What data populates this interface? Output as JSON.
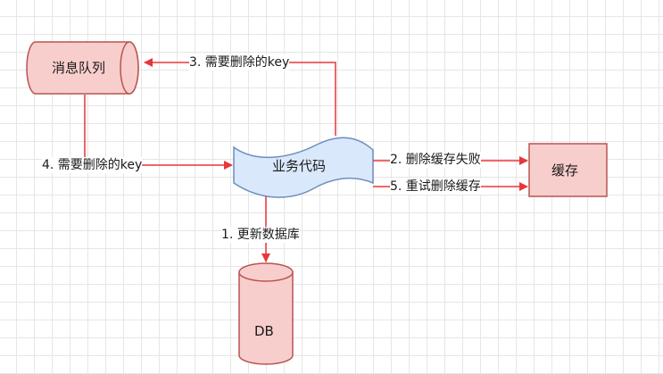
{
  "nodes": {
    "queue": "消息队列",
    "business": "业务代码",
    "cache": "缓存",
    "db": "DB"
  },
  "edges": {
    "step1": "1. 更新数据库",
    "step2": "2. 删除缓存失败",
    "step3": "3. 需要删除的key",
    "step4": "4. 需要删除的key",
    "step5": "5. 重试删除缓存"
  },
  "colors": {
    "node_fill": "#f8cecc",
    "node_stroke": "#b85450",
    "wave_fill": "#dae8fc",
    "wave_stroke": "#6c8ebf",
    "edge": "#e8363a"
  }
}
